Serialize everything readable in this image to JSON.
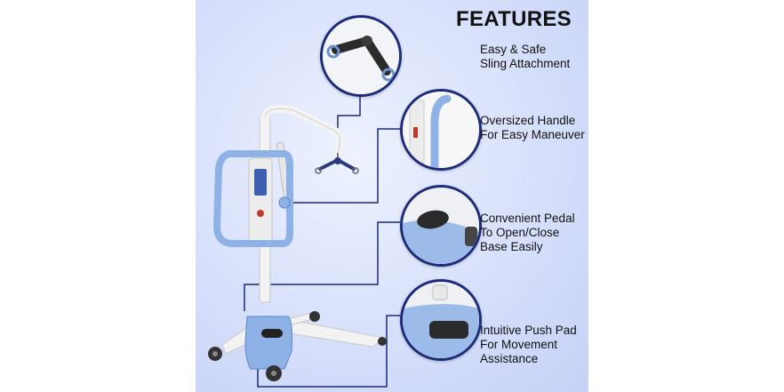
{
  "title": "FEATURES",
  "features": [
    {
      "line1": "Easy & Safe",
      "line2": "Sling Attachment",
      "line3": ""
    },
    {
      "line1": "Oversized Handle",
      "line2": "For Easy Maneuver",
      "line3": ""
    },
    {
      "line1": "Convenient Pedal",
      "line2": "To Open/Close",
      "line3": "Base Easily"
    },
    {
      "line1": "Intuitive Push Pad",
      "line2": "For Movement",
      "line3": "Assistance"
    }
  ],
  "colors": {
    "accent_navy": "#1c2b7a",
    "lift_blue": "#8fb2e6",
    "frame_white": "#f2f2f2"
  }
}
